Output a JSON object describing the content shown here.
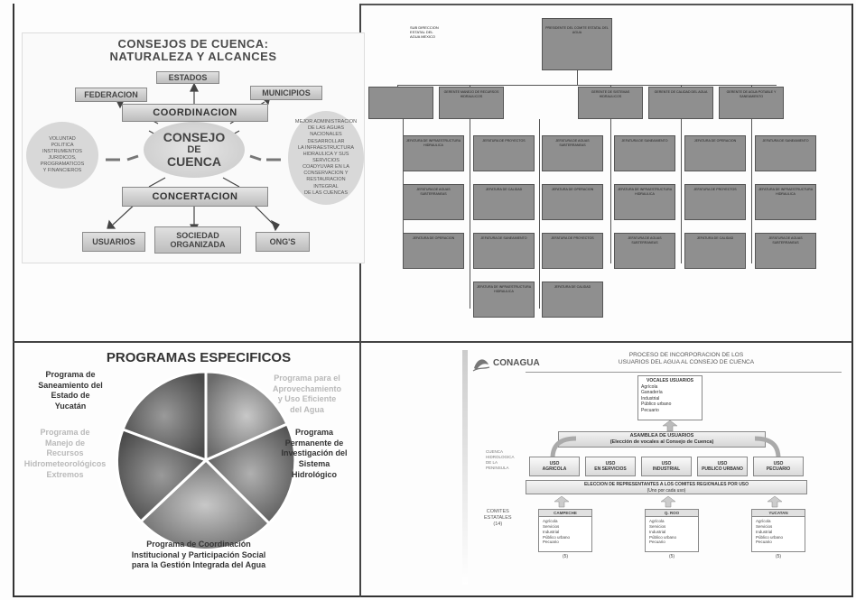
{
  "consejos": {
    "title": "CONSEJOS DE CUENCA:",
    "subtitle": "NATURALEZA Y ALCANCES",
    "estados": "ESTADOS",
    "federacion": "FEDERACION",
    "municipios": "MUNICIPIOS",
    "coordinacion": "COORDINACION",
    "consejo_line1": "CONSEJO",
    "consejo_line2": "DE",
    "consejo_line3": "CUENCA",
    "concertacion": "CONCERTACION",
    "usuarios": "USUARIOS",
    "sociedad": "SOCIEDAD ORGANIZADA",
    "ongs": "ONG'S",
    "left_circle": [
      "VOLUNTAD",
      "POLITICA",
      "INSTRUMENTOS",
      "JURIDICOS,",
      "PROGRAMATICOS",
      "Y FINANCIEROS"
    ],
    "right_circle": [
      "MEJOR ADMINISTRACION",
      "DE LAS AGUAS NACIONALES",
      "DESARROLLAR",
      "LA INFRAESTRUCTURA",
      "HIDRAULICA Y SUS SERVICIOS",
      "COADYUVAR EN LA",
      "CONSERVACION Y",
      "RESTAURACION INTEGRAL",
      "DE LAS CUENCAS"
    ]
  },
  "organigrama": {
    "top_note": [
      "SUB DIRECCION",
      "ESTATAL DEL",
      "AGUA MEXICO"
    ],
    "root": "PRESIDENTE DEL COMITE ESTATAL DEL AGUA",
    "level1": [
      "",
      "GERENTE MANEJO DE RECURSOS HIDRAULICOS",
      "GERENTE DE SISTEMAS HIDRAULICOS",
      "GERENTE DE CALIDAD DEL AGUA",
      "GERENTE DE AGUA POTABLE Y SANEAMIENTO"
    ],
    "level2": [
      "JEFATURA DE INFRAESTRUCTURA HIDRAULICA",
      "JEFATURA DE AGUAS SUBTERRANEAS",
      "JEFATURA DE OPERACION",
      "JEFATURA DE PROYECTOS",
      "JEFATURA DE CALIDAD",
      "JEFATURA DE SANEAMIENTO"
    ]
  },
  "programas": {
    "title": "PROGRAMAS ESPECIFICOS",
    "saneamiento": [
      "Programa de",
      "Saneamiento del",
      "Estado de",
      "Yucatán"
    ],
    "aprovechamiento": [
      "Programa para el",
      "Aprovechamiento",
      "y Uso Eficiente",
      "del Agua"
    ],
    "investigacion": [
      "Programa",
      "Permanente de",
      "Investigación del",
      "Sistema",
      "Hidrológico"
    ],
    "manejo": [
      "Programa de",
      "Manejo de",
      "Recursos",
      "Hidrometeorológicos",
      "Extremos"
    ],
    "coordinacion": [
      "Programa de Coordinación",
      "Institucional y Participación Social",
      "para la Gestión Integrada del Agua"
    ]
  },
  "conagua": {
    "logo": "CONAGUA",
    "title_line1": "PROCESO DE INCORPORACION DE LOS",
    "title_line2": "USUARIOS DEL AGUA AL CONSEJO DE CUENCA",
    "vocales_title": "VOCALES USUARIOS",
    "vocales_items": [
      "Agrícola",
      "Ganadería",
      "Industrial",
      "Público urbano",
      "Pecuario"
    ],
    "asamblea": "ASAMBLEA DE USUARIOS",
    "asamblea_sub": "(Elección de vocales al Consejo de Cuenca)",
    "side_label": [
      "CUENCA",
      "HIDROLOGICA",
      "DE LA",
      "PENINSULA"
    ],
    "usos": [
      {
        "line1": "USO",
        "line2": "AGRICOLA"
      },
      {
        "line1": "USO",
        "line2": "EN SERVICIOS"
      },
      {
        "line1": "USO",
        "line2": "INDUSTRIAL"
      },
      {
        "line1": "USO",
        "line2": "PUBLICO URBANO"
      },
      {
        "line1": "USO",
        "line2": "PECUARIO"
      }
    ],
    "eleccion": "ELECCION DE REPRESENTANTES A LOS COMITES REGIONALES POR USO",
    "eleccion_sub": "(Uno por cada uso)",
    "comites_label": [
      "COMITES",
      "ESTATALES",
      "(14)"
    ],
    "states": [
      {
        "name": "CAMPECHE",
        "count": "(5)"
      },
      {
        "name": "Q. ROO",
        "count": "(5)"
      },
      {
        "name": "YUCATAN",
        "count": "(5)"
      }
    ],
    "state_items": [
      "Agrícola",
      "Servicios",
      "Industrial",
      "Público urbano",
      "Pecuario"
    ]
  }
}
